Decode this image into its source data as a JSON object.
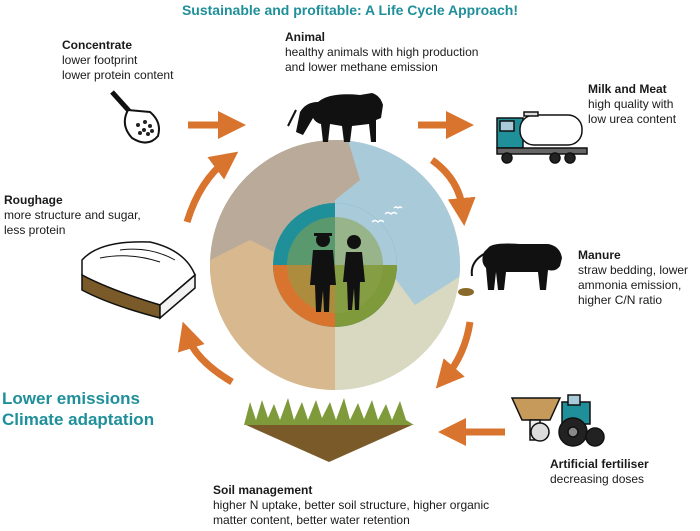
{
  "title": "Sustainable and profitable: A Life Cycle Approach!",
  "nodes": {
    "concentrate": {
      "heading": "Concentrate",
      "lines": [
        "lower footprint",
        "lower protein content"
      ]
    },
    "animal": {
      "heading": "Animal",
      "lines": [
        "healthy animals with high production",
        "and lower methane emission"
      ]
    },
    "milk_meat": {
      "heading": "Milk and Meat",
      "lines": [
        "high quality with",
        "low urea content"
      ]
    },
    "manure": {
      "heading": "Manure",
      "lines": [
        "straw bedding, lower",
        "ammonia emission,",
        "higher C/N ratio"
      ]
    },
    "fertiliser": {
      "heading": "Artificial fertiliser",
      "lines": [
        "decreasing doses"
      ]
    },
    "soil": {
      "heading": "Soil management",
      "lines": [
        "higher N uptake, better soil structure, higher organic",
        "matter content, better water retention"
      ]
    },
    "roughage": {
      "heading": "Roughage",
      "lines": [
        "more structure and sugar,",
        "less protein"
      ]
    }
  },
  "goals": [
    "Lower emissions",
    "Climate adaptation"
  ],
  "colors": {
    "accent": "#1f8f9a",
    "arrow": "#d8742e",
    "sky": "#a9cad9",
    "field": "#d9d8c0",
    "earth": "#d8b98f",
    "stone": "#b9aa9a",
    "grass": "#7e9a3a",
    "soil": "#7a5a28"
  }
}
